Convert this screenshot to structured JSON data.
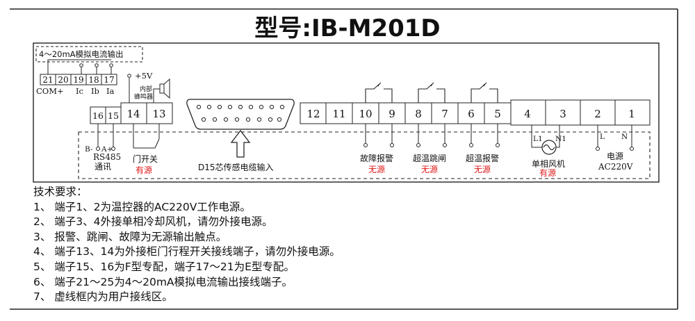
{
  "title": "型号:IB-M201D",
  "analog_box": {
    "label": "4～20mA模拟电流输出",
    "terminals": [
      "21",
      "20",
      "19",
      "18",
      "17"
    ],
    "signal_labels": [
      "COM+",
      "Ic",
      "Ib",
      "Ia"
    ]
  },
  "buzzer": {
    "voltage_label": "+5V",
    "label_line1": "内部",
    "label_line2": "蜂鸣器"
  },
  "comm": {
    "terminals": [
      "16",
      "15"
    ],
    "pins": [
      "B-",
      "A+"
    ],
    "label_line1": "RS485",
    "label_line2": "通讯"
  },
  "door": {
    "terminals": [
      "14",
      "13"
    ],
    "label": "门开关",
    "note": "有源"
  },
  "sensor": {
    "label": "D15芯传感电缆输入"
  },
  "terminals_right": [
    "12",
    "11",
    "10",
    "9",
    "8",
    "7",
    "6",
    "5",
    "4",
    "3",
    "2",
    "1"
  ],
  "alarm_groups": [
    {
      "label": "故障报警",
      "note": "无源"
    },
    {
      "label": "超温跳闸",
      "note": "无源"
    },
    {
      "label": "超温报警",
      "note": "无源"
    }
  ],
  "fan": {
    "label": "单相风机",
    "note": "有源",
    "pin_l": "L1",
    "pin_n": "N1"
  },
  "power": {
    "pin_l": "L",
    "pin_n": "N",
    "label_line1": "电源",
    "label_line2": "AC220V"
  },
  "requirements": {
    "heading": "技术要求：",
    "items": [
      "1、 端子1、2为温控器的AC220V工作电源。",
      "2、 端子3、4外接单相冷却风机，请勿外接电源。",
      "3、 报警、跳闸、故障为无源输出触点。",
      "4、 端子13、14为外接柜门行程开关接线端子，请勿外接电源。",
      "5、 端子15、16为F型专配，端子17～21为E型专配。",
      "6、 端子21～25为4～20mA模拟电流输出接线端子。",
      "7、 虚线框内为用户接线区。"
    ]
  }
}
